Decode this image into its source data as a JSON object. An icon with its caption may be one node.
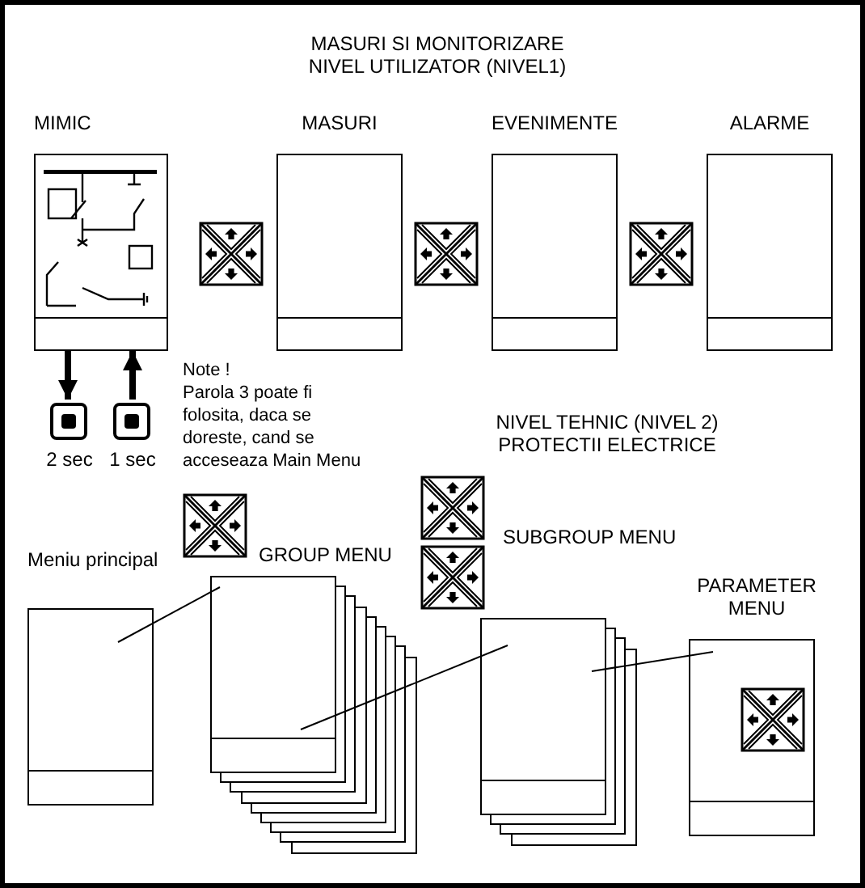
{
  "diagram": {
    "title": "MASURI SI MONITORIZARE NIVEL UTILIZATOR (NIVEL1)",
    "nodes": [
      {
        "text": [
          "MIMIC"
        ]
      },
      {
        "text": [
          "MASURI"
        ]
      },
      {
        "text": [
          "EVENIMENTE"
        ]
      },
      {
        "text": [
          "ALARME"
        ]
      },
      {
        "text": [
          "Meniu principal"
        ]
      },
      {
        "text": [
          "GROUP MENU"
        ]
      },
      {
        "text": [
          "SUBGROUP MENU"
        ]
      },
      {
        "text": [
          "PARAMETER MENU"
        ]
      },
      {
        "text": [
          "2 sec"
        ]
      },
      {
        "text": [
          "1 sec"
        ]
      }
    ],
    "edges": [
      {
        "from": 0,
        "to": 8,
        "arrow": "to",
        "style": "thick"
      },
      {
        "from": 9,
        "to": 0,
        "arrow": "to",
        "style": "thick"
      },
      {
        "from": 5,
        "to": 4,
        "arrow": "none"
      },
      {
        "from": 5,
        "to": 6,
        "arrow": "none"
      },
      {
        "from": 6,
        "to": 7,
        "arrow": "none"
      }
    ],
    "labels": [
      "Note !",
      "Parola 3 poate fi folosita, daca se doreste, cand se acceseaza Main Menu",
      "NIVEL TEHNIC (NIVEL 2) PROTECTII ELECTRICE"
    ]
  }
}
